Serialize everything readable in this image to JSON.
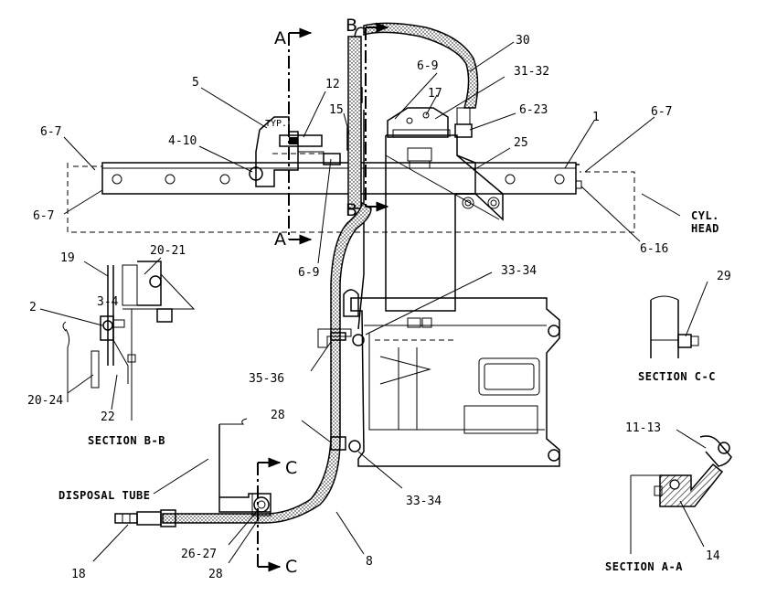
{
  "callouts": {
    "c1": "1",
    "c2": "2",
    "c3_4": "3-4",
    "c4_10": "4-10",
    "c5": "5",
    "c6_7_a": "6-7",
    "c6_7_b": "6-7",
    "c6_7_c": "6-7",
    "c6_9_a": "6-9",
    "c6_9_b": "6-9",
    "c6_16": "6-16",
    "c6_23": "6-23",
    "c8": "8",
    "c11_13": "11-13",
    "c12": "12",
    "c14": "14",
    "c15": "15",
    "c17": "17",
    "c18": "18",
    "c19": "19",
    "c20_21": "20-21",
    "c20_24": "20-24",
    "c22": "22",
    "c25": "25",
    "c26_27": "26-27",
    "c28_a": "28",
    "c28_b": "28",
    "c29": "29",
    "c30": "30",
    "c31_32": "31-32",
    "c33_34_a": "33-34",
    "c33_34_b": "33-34",
    "c35_36": "35-36"
  },
  "section_marks": {
    "a_top": "A",
    "a_bottom": "A",
    "b_top": "B",
    "b_bottom": "B",
    "c_top": "C",
    "c_bottom": "C"
  },
  "captions": {
    "section_aa": "SECTION A-A",
    "section_bb": "SECTION B-B",
    "section_cc": "SECTION C-C",
    "disposal_tube": "DISPOSAL TUBE",
    "cyl_line1": "CYL.",
    "cyl_line2": "HEAD",
    "typ": "TYP."
  }
}
